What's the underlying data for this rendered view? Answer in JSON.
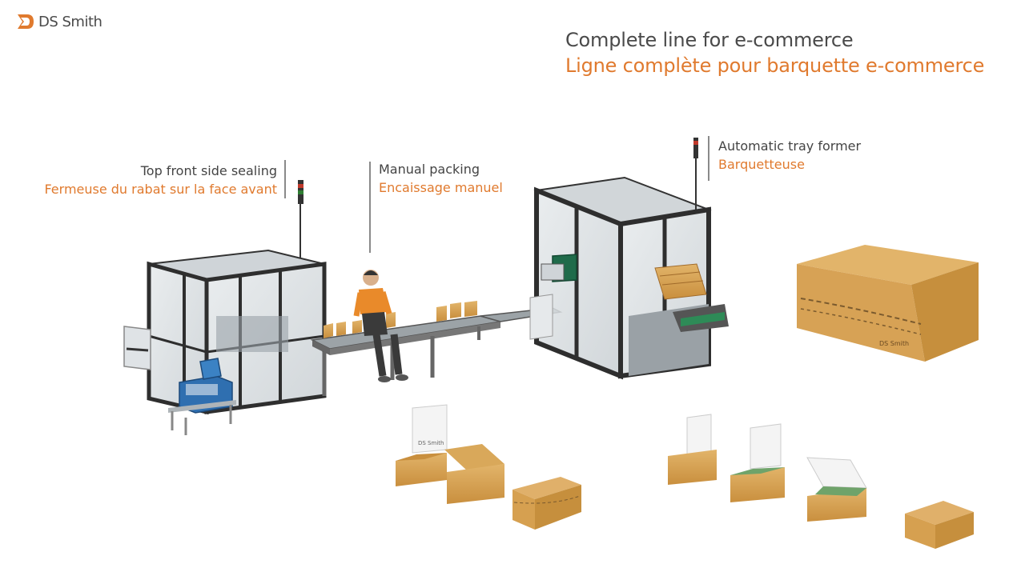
{
  "brand": {
    "logo_text": "DS Smith",
    "icon": "ds-smith-logo-icon"
  },
  "title": {
    "en": "Complete line for e-commerce",
    "fr": "Ligne complète pour barquette e-commerce"
  },
  "stations": [
    {
      "en": "Top front side sealing",
      "fr": "Fermeuse du rabat sur la face avant"
    },
    {
      "en": "Manual packing",
      "fr": "Encaissage manuel"
    },
    {
      "en": "Automatic tray former",
      "fr": "Barquetteuse"
    }
  ],
  "box_brand": "DS Smith",
  "colors": {
    "accent": "#e07a2e",
    "text": "#4a4a4a",
    "cardboard": "#d9a85a",
    "machine": "#3a3a3a"
  }
}
